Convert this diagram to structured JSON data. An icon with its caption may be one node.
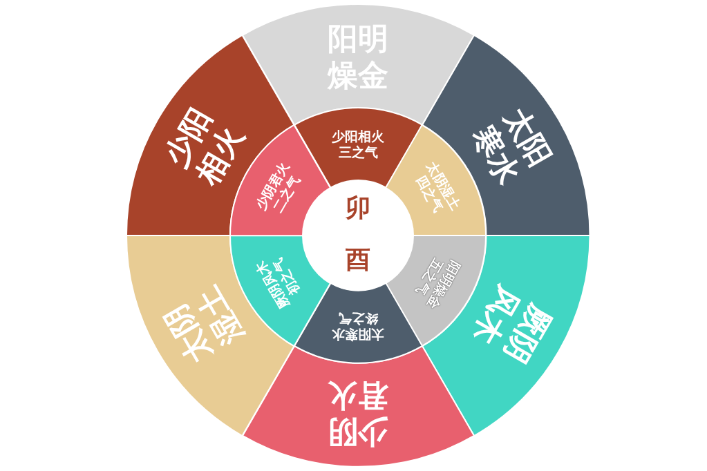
{
  "diagram": {
    "nodes": [
      {
        "text": [
          "阳明燥金"
        ]
      },
      {
        "text": [
          "太阳寒水"
        ]
      },
      {
        "text": [
          "厥阴风木"
        ]
      },
      {
        "text": [
          "少阴君火"
        ]
      },
      {
        "text": [
          "太阴湿土"
        ]
      },
      {
        "text": [
          "少阳相火"
        ]
      },
      {
        "text": [
          "少阳相火三之气"
        ]
      },
      {
        "text": [
          "太阴湿土四之气"
        ]
      },
      {
        "text": [
          "阳明燥金五之气"
        ]
      },
      {
        "text": [
          "太阳寒水终之气"
        ]
      },
      {
        "text": [
          "厥阴风木初之气"
        ]
      },
      {
        "text": [
          "少阴君火二之气"
        ]
      },
      {
        "text": [
          "卯",
          "酉"
        ]
      }
    ]
  }
}
